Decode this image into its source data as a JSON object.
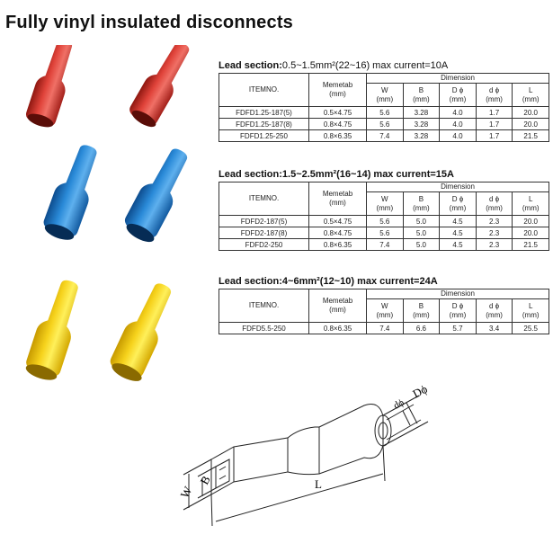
{
  "page_title": "Fully vinyl insulated disconnects",
  "columns": {
    "item": "ITEMNO.",
    "memetab": [
      "Memetab",
      "(mm)"
    ],
    "dimension": "Dimension",
    "dims": [
      {
        "sym": "W",
        "unit": "(mm)"
      },
      {
        "sym": "B",
        "unit": "(mm)"
      },
      {
        "sym": "D ϕ",
        "unit": "(mm)"
      },
      {
        "sym": "d ϕ",
        "unit": "(mm)"
      },
      {
        "sym": "L",
        "unit": "(mm)"
      }
    ]
  },
  "sections": [
    {
      "heading_bold": "Lead section:",
      "heading_rest": "0.5~1.5mm²(22~16) max current=10A",
      "rows": [
        [
          "FDFD1.25-187(5)",
          "0.5×4.75",
          "5.6",
          "3.28",
          "4.0",
          "1.7",
          "20.0"
        ],
        [
          "FDFD1.25-187(8)",
          "0.8×4.75",
          "5.6",
          "3.28",
          "4.0",
          "1.7",
          "20.0"
        ],
        [
          "FDFD1.25-250",
          "0.8×6.35",
          "7.4",
          "3.28",
          "4.0",
          "1.7",
          "21.5"
        ]
      ]
    },
    {
      "heading_bold": "Lead section:1.5~2.5mm²(16~14) max current=15A",
      "heading_rest": "",
      "rows": [
        [
          "FDFD2-187(5)",
          "0.5×4.75",
          "5.6",
          "5.0",
          "4.5",
          "2.3",
          "20.0"
        ],
        [
          "FDFD2-187(8)",
          "0.8×4.75",
          "5.6",
          "5.0",
          "4.5",
          "2.3",
          "20.0"
        ],
        [
          "FDFD2-250",
          "0.8×6.35",
          "7.4",
          "5.0",
          "4.5",
          "2.3",
          "21.5"
        ]
      ]
    },
    {
      "heading_bold": "Lead section:4~6mm²(12~10) max current=24A",
      "heading_rest": "",
      "rows": [
        [
          "FDFD5.5-250",
          "0.8×6.35",
          "7.4",
          "6.6",
          "5.7",
          "3.4",
          "25.5"
        ]
      ]
    }
  ],
  "diagram_labels": {
    "D": "Dϕ",
    "d": "dϕ",
    "B": "B",
    "W": "W",
    "L": "L"
  },
  "colors": {
    "red": "#d8322a",
    "blue": "#1f78c8",
    "yellow": "#f2c80f"
  }
}
